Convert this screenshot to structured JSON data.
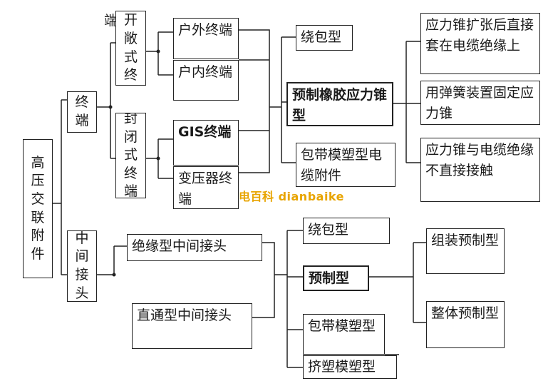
{
  "root": "高压交联附件",
  "branch_termination": "终端",
  "branch_joint": "中间接头",
  "open_terminal": "开敞式终",
  "open_terminal_prefix": "端",
  "closed_terminal": "封闭式终端",
  "outdoor": "户外终端",
  "indoor": "户内终端",
  "gis": "GIS终端",
  "transformer": "变压器终端",
  "term_types": {
    "wrap": "绕包型",
    "premold": "预制橡胶应力锥型",
    "tape_mold": "包带模塑型电缆附件"
  },
  "cone_types": {
    "expand": "应力锥扩张后直接套在电缆绝缘上",
    "spring": "用弹簧装置固定应力锥",
    "direct": "应力锥与电缆绝缘不直接接触"
  },
  "joint_kinds": {
    "insulated": "绝缘型中间接头",
    "straight": "直通型中间接头"
  },
  "joint_types": {
    "wrap": "绕包型",
    "premold": "预制型",
    "tape_mold": "包带模塑型",
    "extrude": "挤塑模塑型"
  },
  "premold_sub": {
    "assembled": "组装预制型",
    "integral": "整体预制型"
  },
  "watermark": "电百科 dianbaike"
}
